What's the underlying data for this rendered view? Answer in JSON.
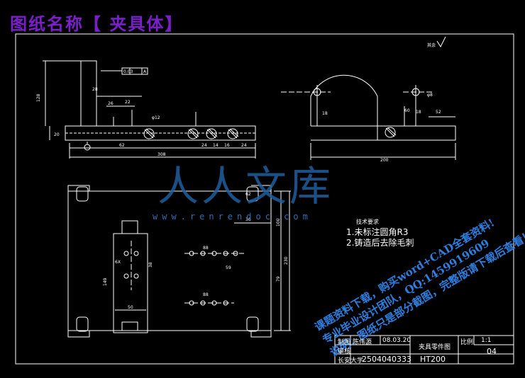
{
  "banner": {
    "title": "图纸名称【 夹具体】"
  },
  "watermark": {
    "logo_text": "人人文库",
    "site": "www.renrendoc.com"
  },
  "promo": {
    "line1": "课题资料下载，购买word+CAD全套资料!",
    "line2": "专业毕业设计团队，QQ:1459919609",
    "line3": "说明：图纸只是部分截图，完整版请下载后查看！"
  },
  "tech_req": {
    "title": "技术要求",
    "item1": "1.未标注圆角R3",
    "item2": "2.铸造后去除毛刺"
  },
  "surface_note": {
    "label": "其余"
  },
  "gdt": {
    "tolerance": "0.03",
    "datum": "A"
  },
  "dims": {
    "top_height": "128",
    "top_len": "308",
    "top_62": "62",
    "top_24": "24",
    "top_14": "14",
    "top_16": "16",
    "top_24b": "24",
    "side_200": "200",
    "side_60": "60",
    "side_52": "52",
    "side_18": "18",
    "side_phi8": "φ8",
    "side_18b": "18",
    "bot_230": "230",
    "bot_100": "100",
    "bot_79": "79",
    "bot_149": "149",
    "bot_50": "50",
    "bot_38": "38",
    "bot_36": "36",
    "bot_88": "88",
    "bot_88b": "88",
    "bot_62": "62",
    "bot_59": "59",
    "bot_6x": "6X",
    "top_28": "28",
    "top_26": "26",
    "top_22": "22",
    "top_phi12": "φ12",
    "top_20": "20"
  },
  "title_block": {
    "designer_label": "制图",
    "designer": "陈伟源",
    "date": "08.03.20",
    "reviewer_label": "审核",
    "school": "长安大学",
    "student_no": "2504040333",
    "part_name": "夹具零件图",
    "material": "HT200",
    "scale_label": "比例",
    "scale": "1:1",
    "sheet_no": "04"
  }
}
